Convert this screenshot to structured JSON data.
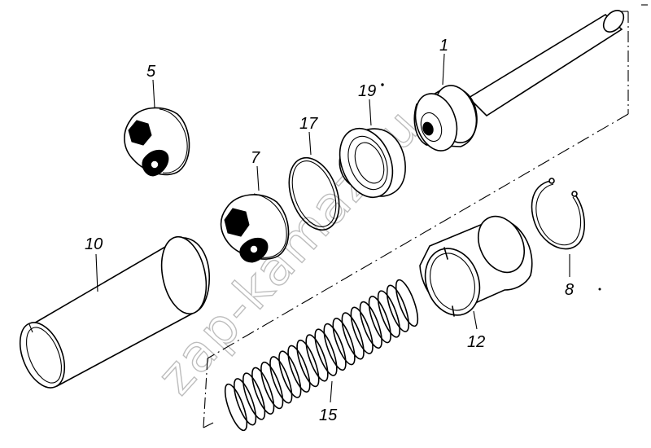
{
  "diagram": {
    "watermark": "zap-kamaz.ru",
    "callouts": {
      "p1": "1",
      "p5": "5",
      "p7": "7",
      "p8": "8",
      "p10": "10",
      "p12": "12",
      "p15": "15",
      "p17": "17",
      "p19": "19"
    }
  }
}
